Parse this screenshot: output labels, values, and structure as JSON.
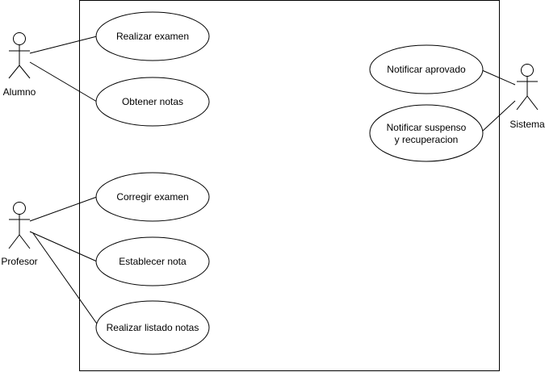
{
  "colors": {
    "stroke": "#000000",
    "fill": "#ffffff",
    "text": "#000000"
  },
  "actors": {
    "alumno": {
      "label": "Alumno"
    },
    "profesor": {
      "label": "Profesor"
    },
    "sistema": {
      "label": "Sistema"
    }
  },
  "use_cases": {
    "realizar_examen": {
      "label": "Realizar examen"
    },
    "obtener_notas": {
      "label": "Obtener notas"
    },
    "corregir_examen": {
      "label": "Corregir examen"
    },
    "establecer_nota": {
      "label": "Establecer nota"
    },
    "realizar_listado_notas": {
      "label": "Realizar listado notas"
    },
    "notificar_aprovado": {
      "label": "Notificar aprovado"
    },
    "notificar_suspenso": {
      "line1": "Notificar suspenso",
      "line2": "y recuperacion"
    }
  }
}
